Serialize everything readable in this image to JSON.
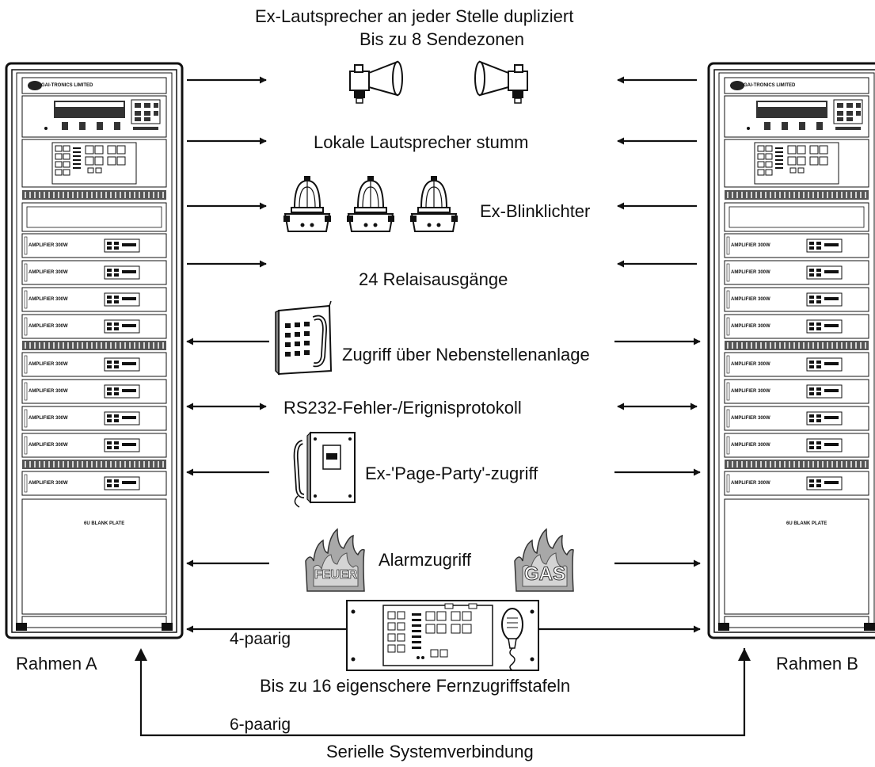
{
  "labels": {
    "top_line1": "Ex-Lautsprecher an jeder Stelle dupliziert",
    "top_line2": "Bis zu 8 Sendezonen",
    "mute": "Lokale Lautsprecher stumm",
    "beacons": "Ex-Blinklichter",
    "relays": "24 Relaisausgänge",
    "pabx": "Zugriff über Nebenstellenanlage",
    "rs232": "RS232-Fehler-/Erignisprotokoll",
    "page_party": "Ex-'Page-Party'-zugriff",
    "alarm": "Alarmzugriff",
    "four_pair": "4-paarig",
    "remote_panels": "Bis zu 16 eigenschere Fernzugriffstafeln",
    "six_pair": "6-paarig",
    "serial_link": "Serielle Systemverbindung",
    "rack_a": "Rahmen A",
    "rack_b": "Rahmen B"
  },
  "rack": {
    "brand": "GAI-TRONICS LIMITED",
    "amplifier_label": "AMPLIFIER 300W",
    "blank_plate": "6U BLANK PLATE"
  },
  "icons": {
    "fire": "FEUER",
    "gas": "GAS"
  }
}
